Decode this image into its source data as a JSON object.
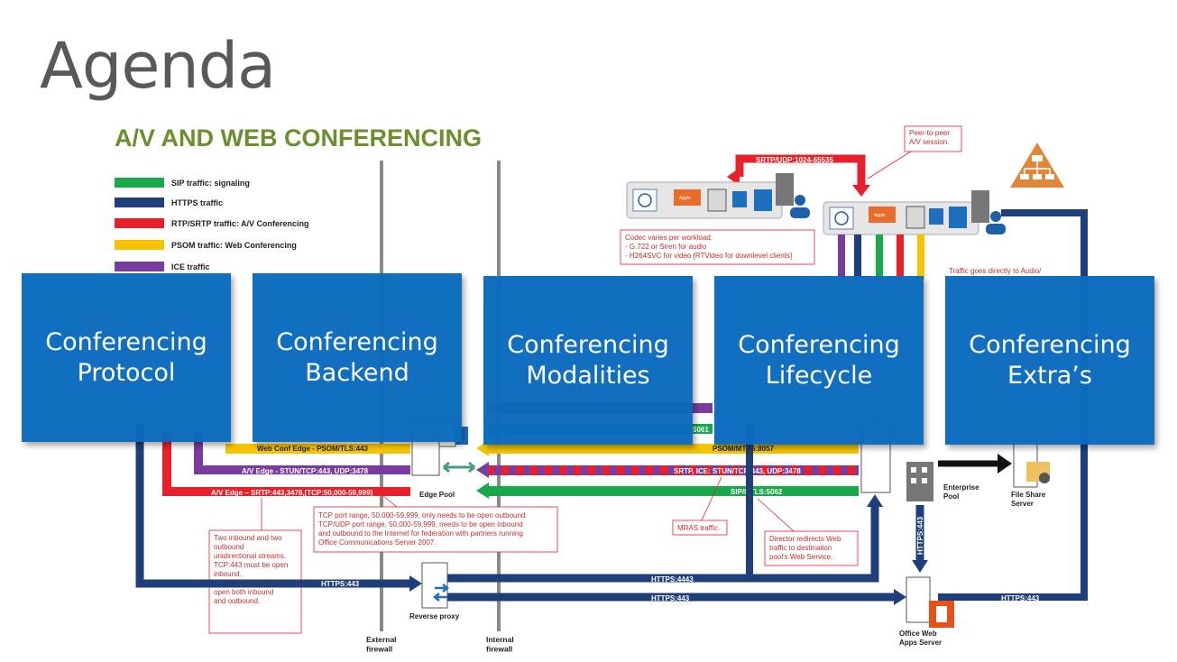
{
  "slide": {
    "title": "Agenda"
  },
  "diagram": {
    "heading": "A/V AND WEB CONFERENCING",
    "legend": [
      {
        "label": "SIP traffic: signaling",
        "color": "#19a94b"
      },
      {
        "label": "HTTPS traffic",
        "color": "#1f3f7a"
      },
      {
        "label": "RTP/SRTP traffic: A/V Conferencing",
        "color": "#e8202a"
      },
      {
        "label": "PSOM traffic: Web Conferencing",
        "color": "#f7c300"
      },
      {
        "label": "ICE traffic",
        "color": "#7a3c9e"
      }
    ],
    "labels": {
      "srtp_udp": "SRTP/UDP:1024-65535",
      "peer_note": "Peer-to-peer\nA/V session.",
      "codec_note": "Codec varies per workload:\n- G.722 or Siren for audio\n- H264SVC for video [RTVideo for downlevel clients]",
      "traffic_note": "Traffic goes directly to Audio/",
      "web_conf_edge": "Web Conf Edge - PSOM/TLS:443",
      "av_edge_stun": "A/V Edge - STUN/TCP:443, UDP:3478",
      "av_edge_srtp": "A/V Edge – SRTP:443,3478,[TCP:50,000-59,999]",
      "psom_mtls": "PSOM/MTLS:8057",
      "srtp_ice": "SRTP, ICE: STUN/TCP:443, UDP:3478",
      "sip_mtls": "SIP/MTLS:5062",
      "edge_pool": "Edge Pool",
      "tcp_note": "TCP port range, 50,000-59,999, only needs to be open outbound.\nTCP/UDP port range, 50,000-59,999, needs to be open inbound\nand outbound to the Internet for federation with partners running\nOffice Communications Server 2007.",
      "mras_note": "MRAS traffic.",
      "director_note": "Director redirects Web\ntraffic to destination\npool's Web Service.",
      "enterprise_pool": "Enterprise\nPool",
      "file_share": "File Share\nServer",
      "inbound_note": "Two inbound and two\noutbound\nunidirectional streams.\n\nTCP:443 must be open\ninbound.\n\nUDP:3478 must be\nopen both inbound\nand outbound.",
      "https443_a": "HTTPS:443",
      "https4443": "HTTPS:4443",
      "https443_b": "HTTPS:443",
      "https443_c": "HTTPS:443",
      "https443_vertical": "HTTPS:443",
      "reverse_proxy": "Reverse proxy",
      "external_firewall": "External\nfirewall",
      "internal_firewall": "Internal\nfirewall",
      "office_web_apps": "Office Web\nApps Server",
      "apple": "Apple",
      "partial_5061": "5061"
    },
    "icons": [
      "hierarchy-warning-icon",
      "user-icon",
      "server-icon",
      "building-icon",
      "phone-icon",
      "lync-icon",
      "monitor-icon",
      "folder-icon",
      "office-icon"
    ]
  },
  "tiles": [
    {
      "label": "Conferencing\nProtocol"
    },
    {
      "label": "Conferencing\nBackend"
    },
    {
      "label": "Conferencing\nModalities"
    },
    {
      "label": "Conferencing\nLifecycle"
    },
    {
      "label": "Conferencing\nExtra’s"
    }
  ]
}
